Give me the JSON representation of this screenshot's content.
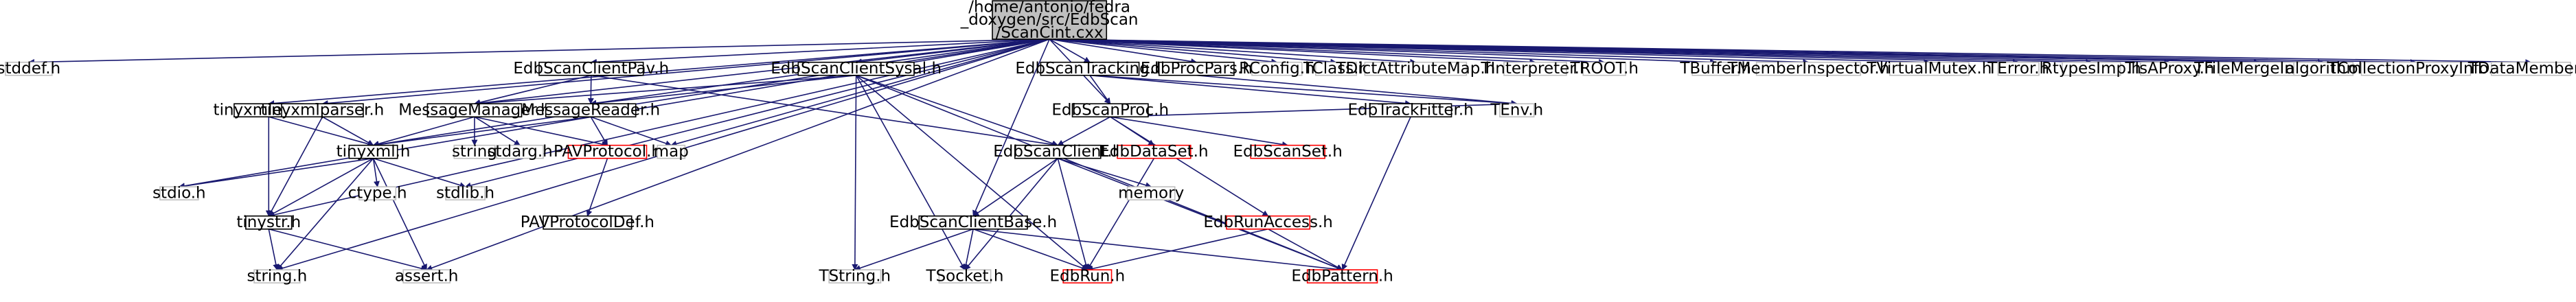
{
  "diagram": {
    "root": {
      "label_lines": [
        "/home/antonio/fedra",
        "_doxygen/src/EdbScan",
        "/ScanCint.cxx"
      ]
    },
    "nodes": [
      {
        "id": "stddef",
        "label": "stddef.h",
        "style": "gray"
      },
      {
        "id": "EdbScanClientPav",
        "label": "EdbScanClientPav.h",
        "style": "black"
      },
      {
        "id": "EdbScanClientSysal",
        "label": "EdbScanClientSysal.h",
        "style": "black"
      },
      {
        "id": "EdbScanTracking",
        "label": "EdbScanTracking.h",
        "style": "black"
      },
      {
        "id": "EdbProcPars",
        "label": "EdbProcPars.h",
        "style": "black"
      },
      {
        "id": "RConfig",
        "label": "RConfig.h",
        "style": "gray"
      },
      {
        "id": "TClass",
        "label": "TClass.h",
        "style": "gray"
      },
      {
        "id": "TDictAttributeMap",
        "label": "TDictAttributeMap.h",
        "style": "gray"
      },
      {
        "id": "TInterpreter",
        "label": "TInterpreter.h",
        "style": "gray"
      },
      {
        "id": "TROOT",
        "label": "TROOT.h",
        "style": "gray"
      },
      {
        "id": "TBuffer",
        "label": "TBuffer.h",
        "style": "gray"
      },
      {
        "id": "TMemberInspector",
        "label": "TMemberInspector.h",
        "style": "gray"
      },
      {
        "id": "TVirtualMutex",
        "label": "TVirtualMutex.h",
        "style": "gray"
      },
      {
        "id": "TError",
        "label": "TError.h",
        "style": "gray"
      },
      {
        "id": "RtypesImp",
        "label": "RtypesImp.h",
        "style": "gray"
      },
      {
        "id": "TIsAProxy",
        "label": "TIsAProxy.h",
        "style": "gray"
      },
      {
        "id": "TFileMergeInfo",
        "label": "TFileMergeInfo.h",
        "style": "gray"
      },
      {
        "id": "algorithm",
        "label": "algorithm",
        "style": "gray"
      },
      {
        "id": "TCollectionProxyInfo",
        "label": "TCollectionProxyInfo.h",
        "style": "gray"
      },
      {
        "id": "TDataMember",
        "label": "TDataMember.h",
        "style": "gray"
      },
      {
        "id": "tinyxmlerror",
        "label": "tinyxmlerror.h",
        "style": "black"
      },
      {
        "id": "tinyxmlparser",
        "label": "tinyxmlparser.h",
        "style": "black"
      },
      {
        "id": "MessageManager",
        "label": "MessageManager.h",
        "style": "black"
      },
      {
        "id": "MessageReader",
        "label": "MessageReader.h",
        "style": "black"
      },
      {
        "id": "EdbScanProc",
        "label": "EdbScanProc.h",
        "style": "black"
      },
      {
        "id": "EdbTrackFitter",
        "label": "EdbTrackFitter.h",
        "style": "black"
      },
      {
        "id": "TEnv",
        "label": "TEnv.h",
        "style": "gray"
      },
      {
        "id": "tinyxml",
        "label": "tinyxml.h",
        "style": "black"
      },
      {
        "id": "string",
        "label": "string",
        "style": "gray"
      },
      {
        "id": "stdarg",
        "label": "stdarg.h",
        "style": "gray"
      },
      {
        "id": "PAVProtocol",
        "label": "PAVProtocol.h",
        "style": "red"
      },
      {
        "id": "map",
        "label": "map",
        "style": "gray"
      },
      {
        "id": "EdbScanClient",
        "label": "EdbScanClient.h",
        "style": "black"
      },
      {
        "id": "EdbDataSet",
        "label": "EdbDataSet.h",
        "style": "red"
      },
      {
        "id": "EdbScanSet",
        "label": "EdbScanSet.h",
        "style": "red"
      },
      {
        "id": "stdio",
        "label": "stdio.h",
        "style": "gray"
      },
      {
        "id": "ctype",
        "label": "ctype.h",
        "style": "gray"
      },
      {
        "id": "stdlib",
        "label": "stdlib.h",
        "style": "gray"
      },
      {
        "id": "memory",
        "label": "memory",
        "style": "gray"
      },
      {
        "id": "tinystr",
        "label": "tinystr.h",
        "style": "black"
      },
      {
        "id": "PAVProtocolDef",
        "label": "PAVProtocolDef.h",
        "style": "black"
      },
      {
        "id": "EdbScanClientBase",
        "label": "EdbScanClientBase.h",
        "style": "black"
      },
      {
        "id": "EdbRunAccess",
        "label": "EdbRunAccess.h",
        "style": "red"
      },
      {
        "id": "string_h",
        "label": "string.h",
        "style": "gray"
      },
      {
        "id": "assert",
        "label": "assert.h",
        "style": "gray"
      },
      {
        "id": "TString",
        "label": "TString.h",
        "style": "gray"
      },
      {
        "id": "TSocket",
        "label": "TSocket.h",
        "style": "gray"
      },
      {
        "id": "EdbRun",
        "label": "EdbRun.h",
        "style": "red"
      },
      {
        "id": "EdbPattern",
        "label": "EdbPattern.h",
        "style": "red"
      }
    ],
    "colors": {
      "edge": "#191970",
      "root_fill": "#bfbfbf",
      "node_fill": "#ffffff",
      "black_border": "#000000",
      "gray_border": "#bfbfbf",
      "red_border": "#ff0000",
      "text": "#000000"
    }
  }
}
